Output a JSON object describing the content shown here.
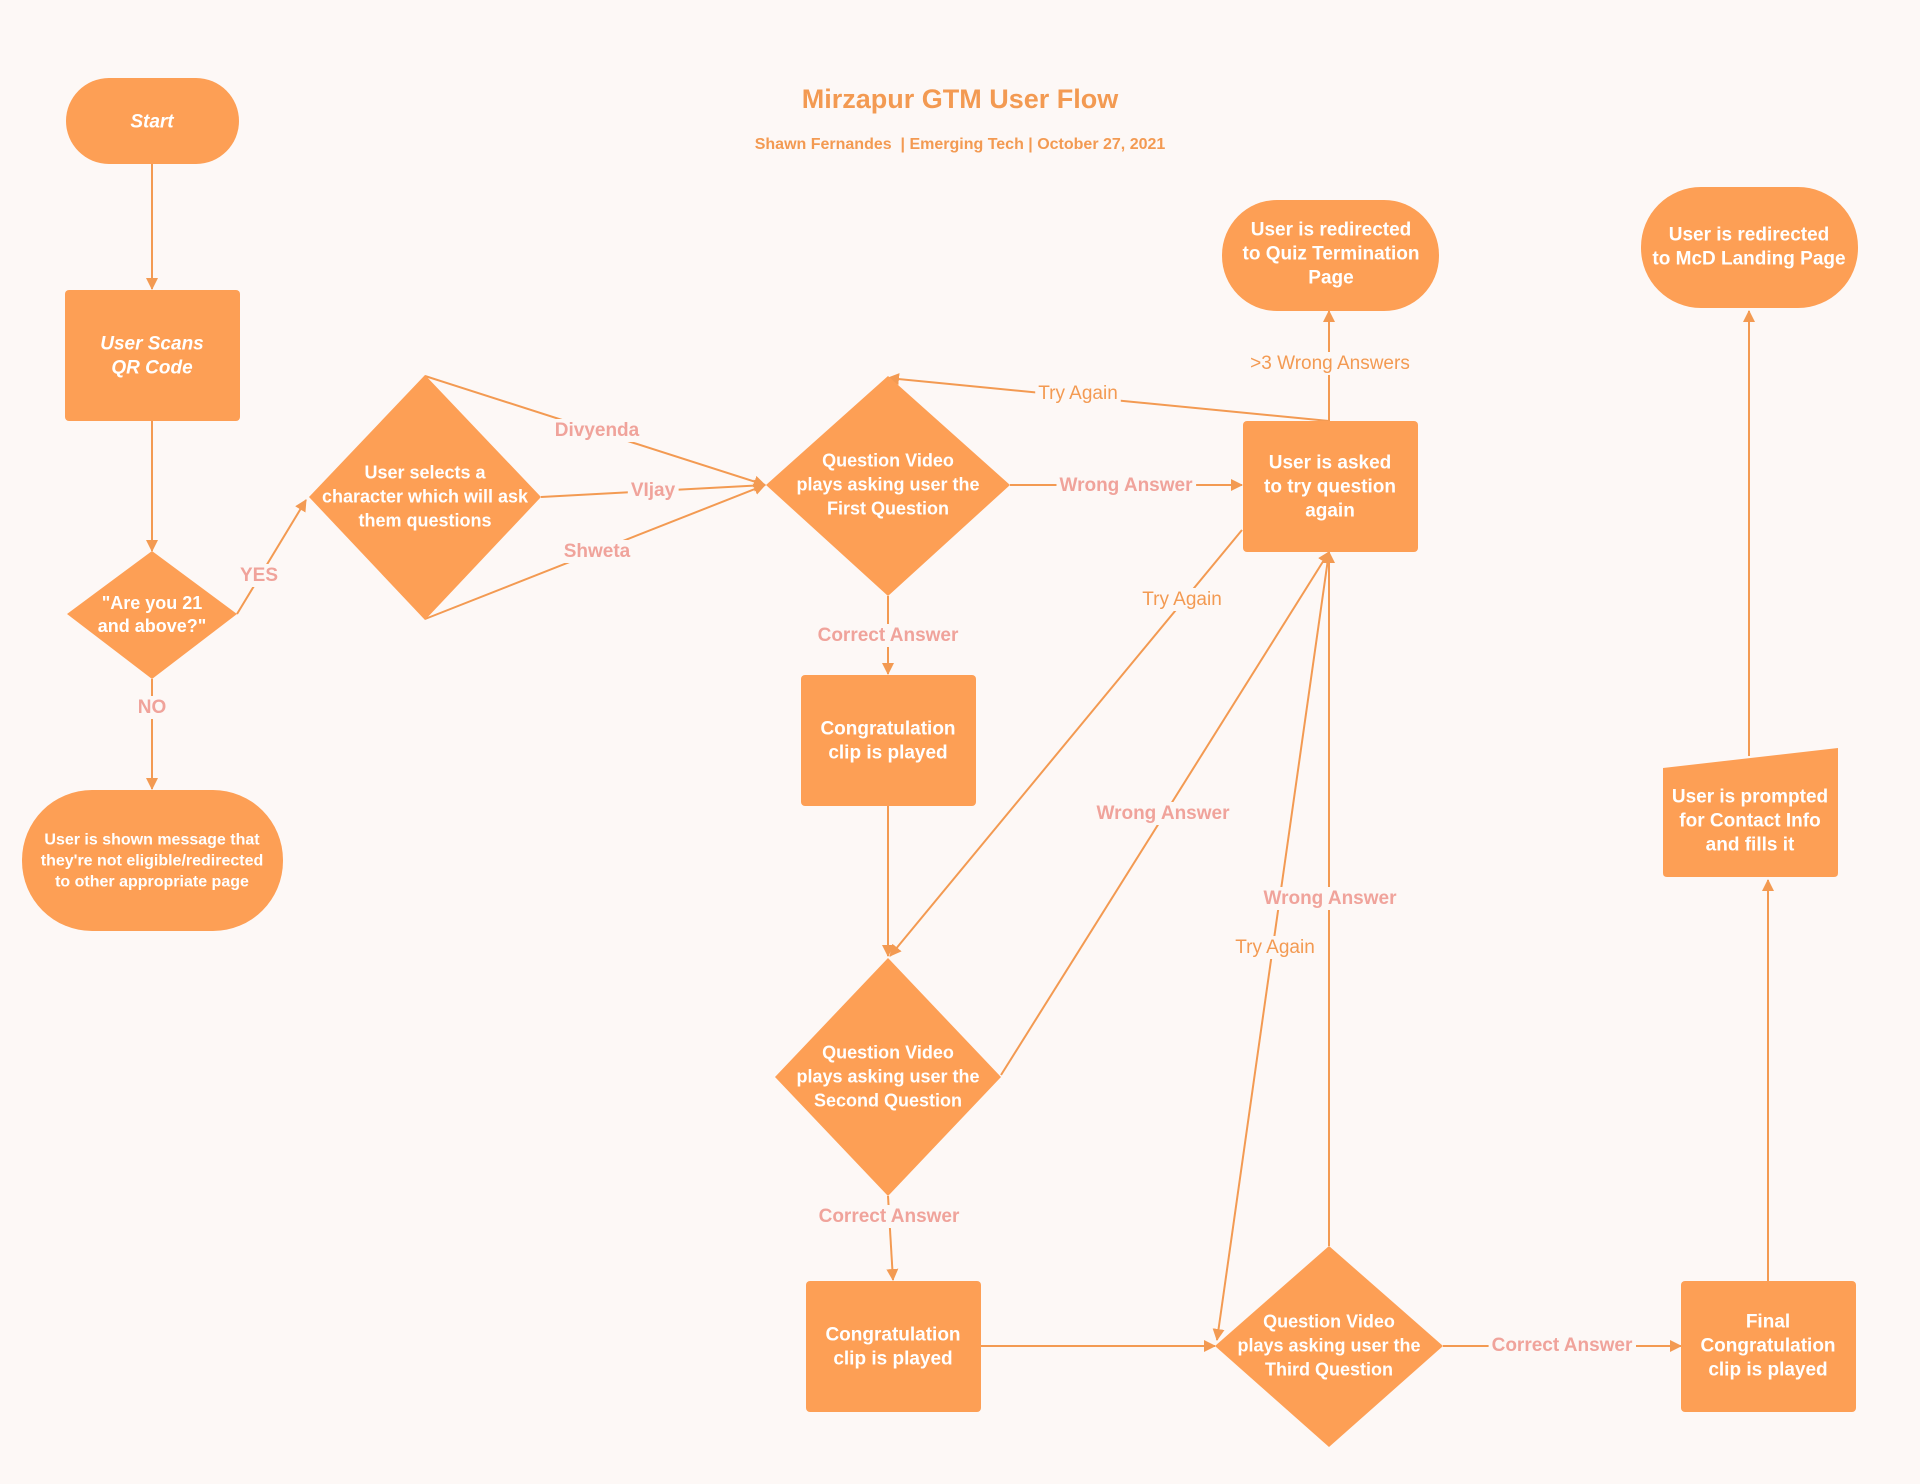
{
  "header": {
    "title": "Mirzapur GTM User Flow",
    "subtitle": "Shawn Fernandes  | Emerging Tech | October 27, 2021"
  },
  "colors": {
    "node_fill": "#fd9f55",
    "edge": "#f39a52",
    "edge_label_pink": "#f0a39b",
    "edge_label_orange": "#f39a52",
    "background": "#fdf8f6"
  },
  "nodes": {
    "start": "Start",
    "scan": "User Scans\nQR Code",
    "age_check": "\"Are you 21\nand above?\"",
    "not_eligible": "User is shown message that\nthey're not eligible/redirected\nto other appropriate page",
    "select_character": "User selects a\ncharacter which will ask\nthem questions",
    "q1": "Question Video\nplays asking user the\nFirst Question",
    "congrats1": "Congratulation\nclip is played",
    "try_again": "User is asked\nto try question\nagain",
    "terminate": "User is redirected\nto Quiz Termination\nPage",
    "q2": "Question Video\nplays asking user the\nSecond Question",
    "congrats2": "Congratulation\nclip is played",
    "q3": "Question Video\nplays asking user the\nThird Question",
    "final_congrats": "Final\nCongratulation\nclip is played",
    "contact_info": "User is prompted\nfor Contact Info\nand fills it",
    "mcd": "User is redirected\nto McD Landing Page"
  },
  "edge_labels": {
    "yes": "YES",
    "no": "NO",
    "divyenda": "Divyenda",
    "vijay": "VIjay",
    "shweta": "Shweta",
    "wrong_answer_q1": "Wrong Answer",
    "try_again_top": "Try Again",
    "three_wrong": ">3 Wrong Answers",
    "correct_answer_q1": "Correct Answer",
    "try_again_q2": "Try Again",
    "wrong_answer_q2": "Wrong Answer",
    "wrong_answer_q3": "Wrong Answer",
    "try_again_q3": "Try Again",
    "correct_answer_q2": "Correct Answer",
    "correct_answer_q3": "Correct Answer"
  }
}
